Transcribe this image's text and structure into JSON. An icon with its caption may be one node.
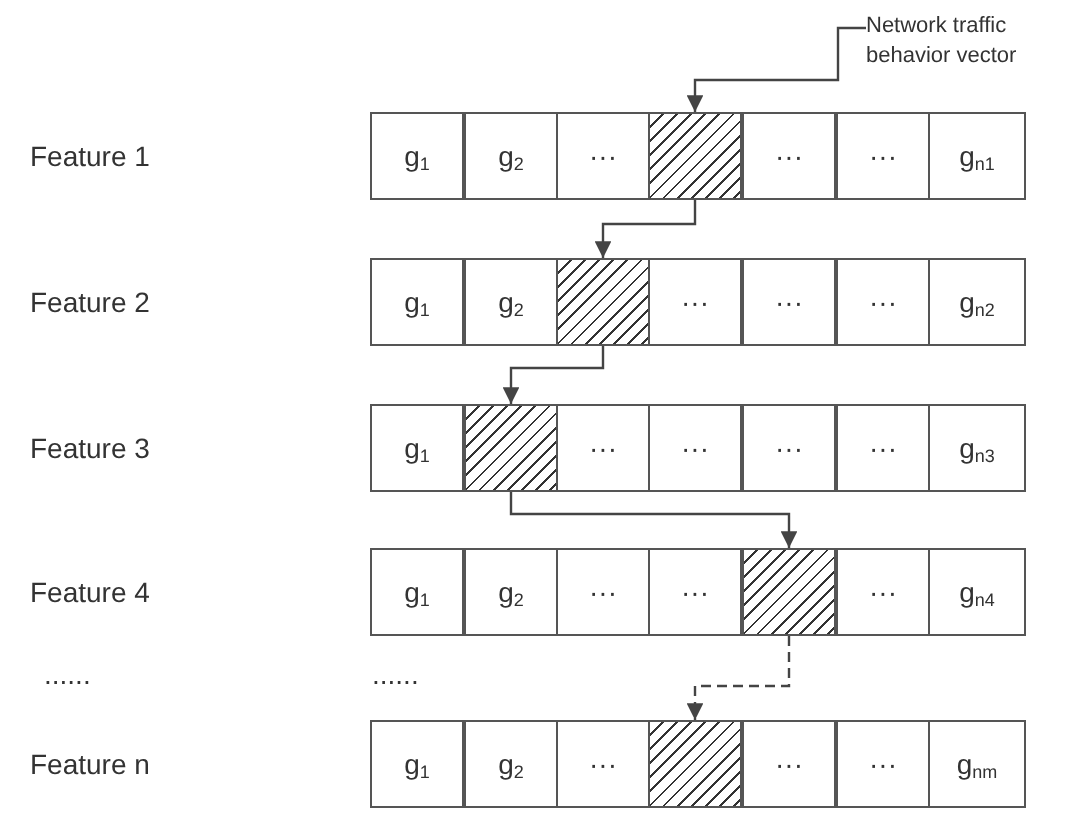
{
  "diagram": {
    "nodes": [
      {
        "text": [
          "Network traffic behavior vector"
        ]
      },
      {
        "text": [
          "g$_{1}$"
        ]
      },
      {
        "text": [
          "g$_{2}$"
        ]
      },
      {
        "text": [
          "···"
        ]
      },
      {
        "text": [],
        "shape": "box"
      },
      {
        "text": [
          "···"
        ]
      },
      {
        "text": [
          "···"
        ]
      },
      {
        "text": [
          "g$_{n1}$"
        ]
      },
      {
        "text": [
          "g$_{1}$"
        ]
      },
      {
        "text": [
          "g$_{2}$"
        ]
      },
      {
        "text": [],
        "shape": "box"
      },
      {
        "text": [
          "···"
        ]
      },
      {
        "text": [
          "···"
        ]
      },
      {
        "text": [
          "···"
        ]
      },
      {
        "text": [
          "g$_{n2}$"
        ]
      },
      {
        "text": [
          "g$_{1}$"
        ]
      },
      {
        "text": [],
        "shape": "box"
      },
      {
        "text": [
          "···"
        ]
      },
      {
        "text": [
          "···"
        ]
      },
      {
        "text": [
          "···"
        ]
      },
      {
        "text": [
          "···"
        ]
      },
      {
        "text": [
          "g$_{n3}$"
        ]
      },
      {
        "text": [
          "g$_{1}$"
        ]
      },
      {
        "text": [
          "g$_{2}$"
        ]
      },
      {
        "text": [
          "···"
        ]
      },
      {
        "text": [
          "···"
        ]
      },
      {
        "text": [],
        "shape": "box"
      },
      {
        "text": [
          "···"
        ]
      },
      {
        "text": [
          "g$_{n4}$"
        ]
      },
      {
        "text": [
          "g$_{1}$"
        ]
      },
      {
        "text": [
          "g$_{2}$"
        ]
      },
      {
        "text": [
          "···"
        ]
      },
      {
        "text": [],
        "shape": "box"
      },
      {
        "text": [
          "···"
        ]
      },
      {
        "text": [
          "···"
        ]
      },
      {
        "text": [
          "g$_{nm}$"
        ]
      }
    ],
    "edges": [
      {
        "from": 0,
        "to": 4,
        "arrow": "to"
      },
      {
        "from": 4,
        "to": 10,
        "arrow": "to"
      },
      {
        "from": 10,
        "to": 16,
        "arrow": "to"
      },
      {
        "from": 16,
        "to": 26,
        "arrow": "to"
      },
      {
        "from": 26,
        "to": 32,
        "arrow": "to",
        "style": "dashed"
      }
    ],
    "labels": [
      "Feature 1",
      "Feature 2",
      "Feature 3",
      "Feature 4",
      "......",
      "......",
      "Feature n"
    ]
  }
}
